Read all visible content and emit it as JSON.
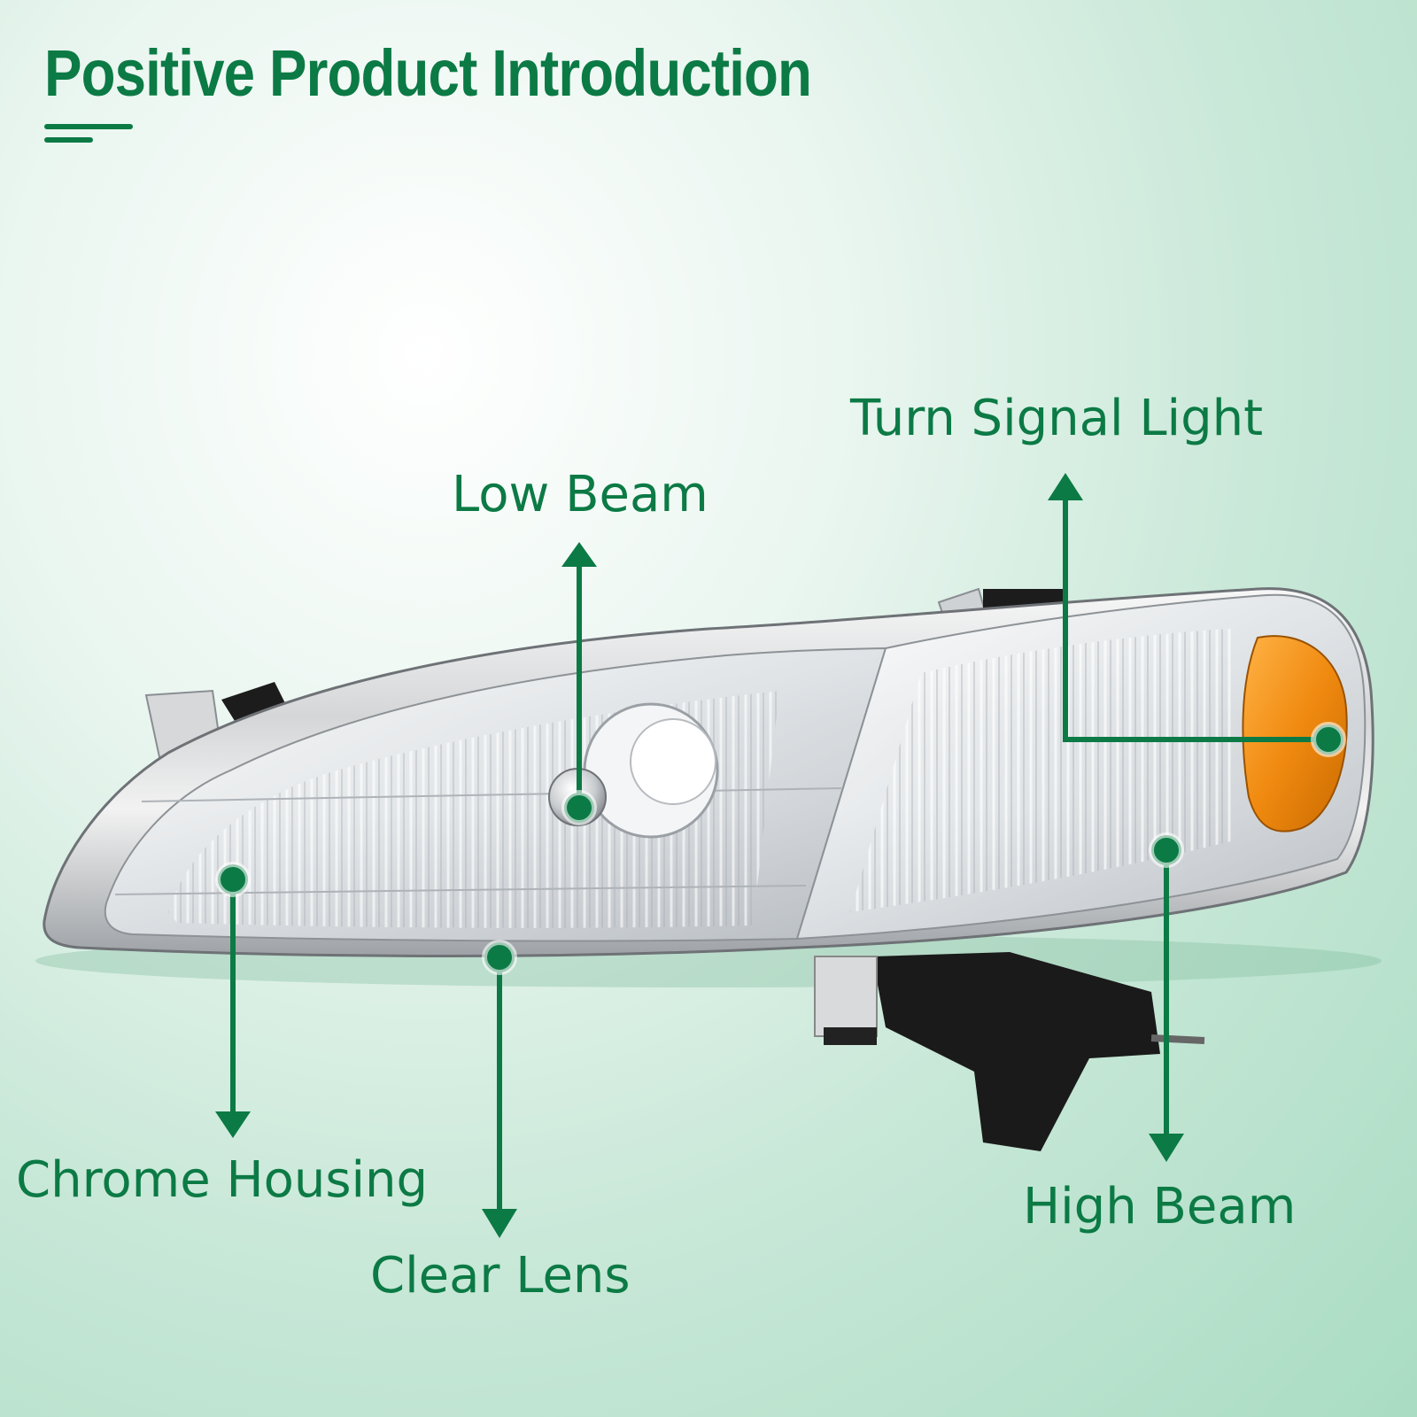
{
  "title": "Positive Product Introduction",
  "callouts": {
    "turn_signal": "Turn Signal Light",
    "low_beam": "Low Beam",
    "chrome_housing": "Chrome Housing",
    "clear_lens": "Clear Lens",
    "high_beam": "High Beam"
  },
  "colors": {
    "accent": "#0c7a45",
    "amber": "#f08a10"
  }
}
